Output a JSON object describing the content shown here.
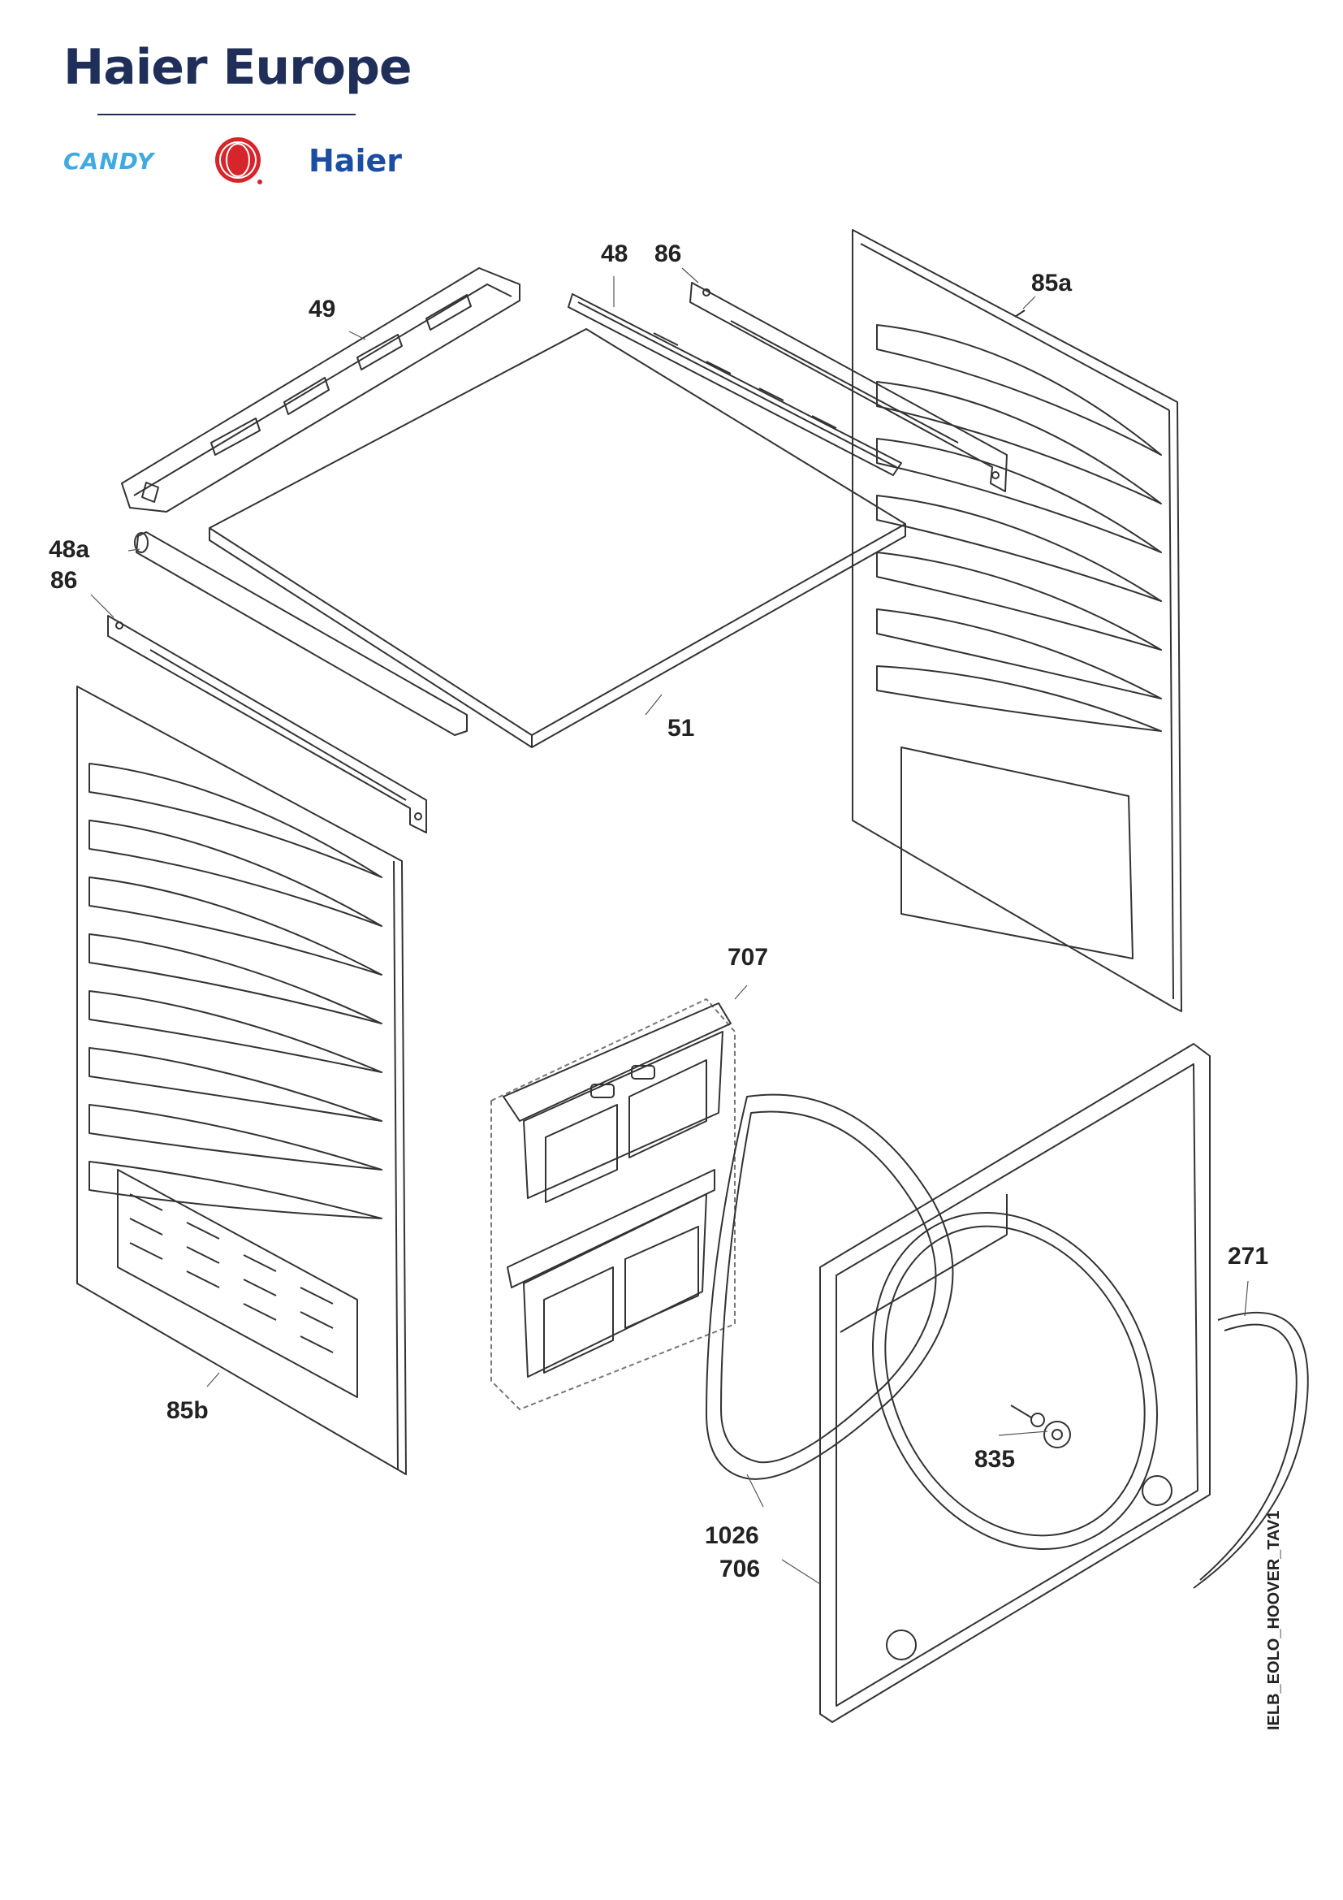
{
  "header": {
    "title": "Haier Europe",
    "logos": [
      "CANDY",
      "HOOVER",
      "Haier"
    ]
  },
  "callouts": {
    "c49": "49",
    "c48": "48",
    "c86_top": "86",
    "c85a": "85a",
    "c48a": "48a",
    "c86_left": "86",
    "c51": "51",
    "c707": "707",
    "c85b": "85b",
    "c271": "271",
    "c835": "835",
    "c1026": "1026",
    "c706": "706"
  },
  "document_code": "IELB_EOLO_HOOVER_TAV1",
  "colors": {
    "brand_navy": "#1f2f5a",
    "candy_blue": "#3fa9e0",
    "hoover_red": "#d6262b",
    "haier_blue": "#1b4ea3",
    "line": "#333333"
  }
}
